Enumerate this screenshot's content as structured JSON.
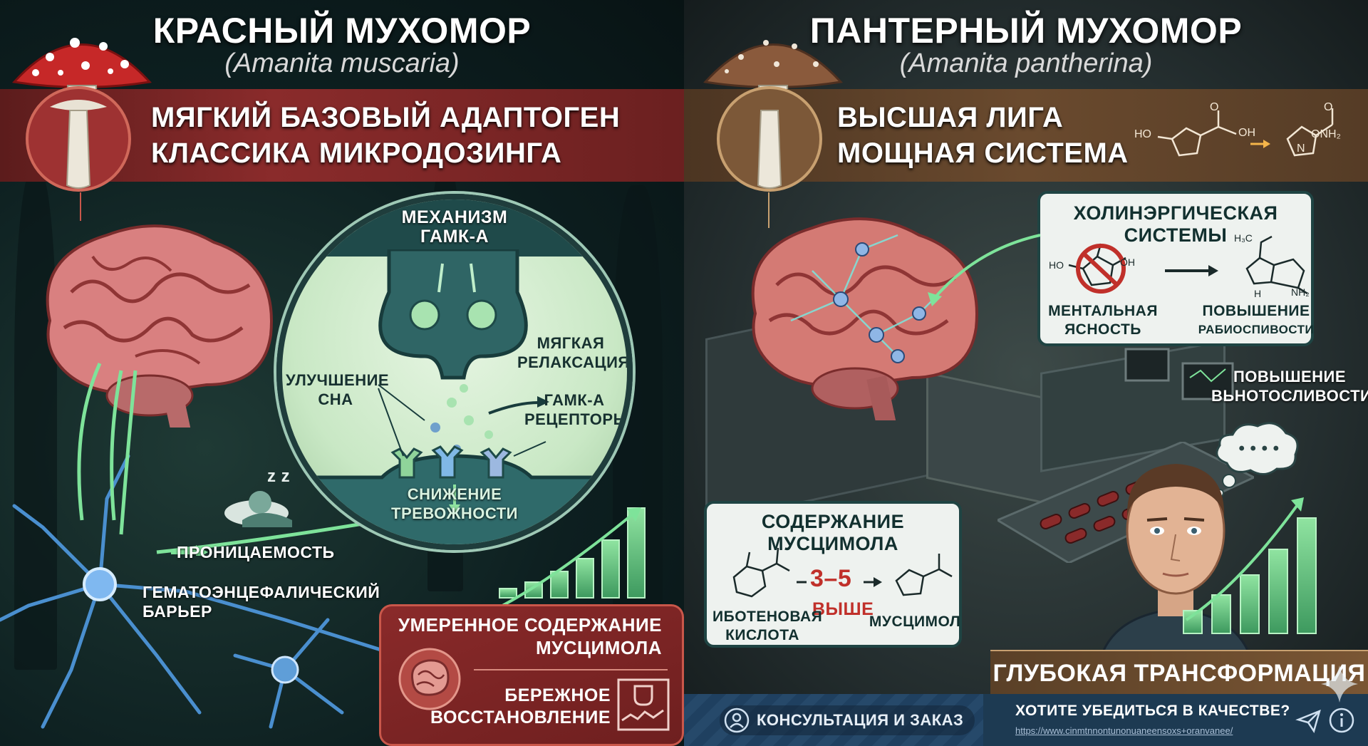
{
  "left": {
    "title": "КРАСНЫЙ МУХОМОР",
    "subtitle": "(Amanita muscaria)",
    "banner_line1": "МЯГКИЙ БАЗОВЫЙ АДАПТОГЕН",
    "banner_line2": "КЛАССИКА МИКРОДОЗИНГА",
    "mechanism_line1": "МЕХАНИЗМ",
    "mechanism_line2": "ГАМК-А",
    "sleep_line1": "УЛУЧШЕНИЕ",
    "sleep_line2": "СНА",
    "relax_line1": "МЯГКАЯ",
    "relax_line2": "РЕЛАКСАЦИЯ",
    "receptors_line1": "ГАМК-А",
    "receptors_line2": "РЕЦЕПТОРЫ",
    "anxiety_line1": "СНИЖЕНИЕ",
    "anxiety_line2": "ТРЕВОЖНОСТИ",
    "permeability": "ПРОНИЦАЕМОСТЬ",
    "bbb_line1": "ГЕМАТОЭНЦЕФАЛИЧЕСКИЙ",
    "bbb_line2": "БАРЬЕР",
    "muscimol_line1": "УМЕРЕННОЕ СОДЕРЖАНИЕ",
    "muscimol_line2": "МУСЦИМОЛА",
    "recovery_line1": "БЕРЕЖНОЕ",
    "recovery_line2": "ВОССТАНОВЛЕНИЕ",
    "sleep_z": "z z",
    "bar_levels": [
      0.1,
      0.16,
      0.26,
      0.38,
      0.55,
      0.85
    ]
  },
  "right": {
    "title": "ПАНТЕРНЫЙ МУХОМОР",
    "subtitle": "(Amanita pantherina)",
    "banner_line1": "ВЫСШАЯ ЛИГА",
    "banner_line2": "МОЩНАЯ СИСТЕМА",
    "chem_ho": "HO",
    "chem_oh": "OH",
    "chem_o": "O",
    "chem_onh2": "ONH",
    "chem_n": "N",
    "cholinergic_title": "ХОЛИНЭРГИЧЕСКАЯ СИСТЕМЫ",
    "mental_line1": "МЕНТАЛЬНАЯ",
    "mental_line2": "ЯСНОСТЬ",
    "increase_line1": "ПОВЫШЕНИЕ",
    "increase_line2": "РАБИОСПИВОСТИ",
    "chem_h3c": "H₃C",
    "chem_nh2": "NH₂",
    "chem_h": "H",
    "endurance_line1": "ПОВЫШЕНИЕ",
    "endurance_line2": "ВЬНОТОСЛИВОСТИ",
    "content_title": "СОДЕРЖАНИЕ МУСЦИМОЛА",
    "ratio": "3–5",
    "higher": "ВЫШЕ",
    "ibotenic_line1": "ИБОТЕНОВАЯ",
    "ibotenic_line2": "КИСЛОТА",
    "muscimol": "МУСЦИМОЛ",
    "transformation": "ГЛУБОКАЯ ТРАНСФОРМАЦИЯ",
    "consult": "КОНСУЛЬТАЦИЯ И ЗАКАЗ",
    "question": "ХОТИТЕ УБЕДИТЬСЯ В КАЧЕСТВЕ?",
    "url": "https://www.cinmtnnontunonuaneensoxs+oranvanee/",
    "thought_dots": "• • • •",
    "bar_levels": [
      0.17,
      0.28,
      0.42,
      0.6,
      0.82
    ]
  },
  "colors": {
    "red_cap": "#c62828",
    "brown_cap": "#8a5a3c",
    "accent_green": "#7ee39a",
    "banner_red": "#7a2626",
    "banner_brown": "#5e4229"
  }
}
